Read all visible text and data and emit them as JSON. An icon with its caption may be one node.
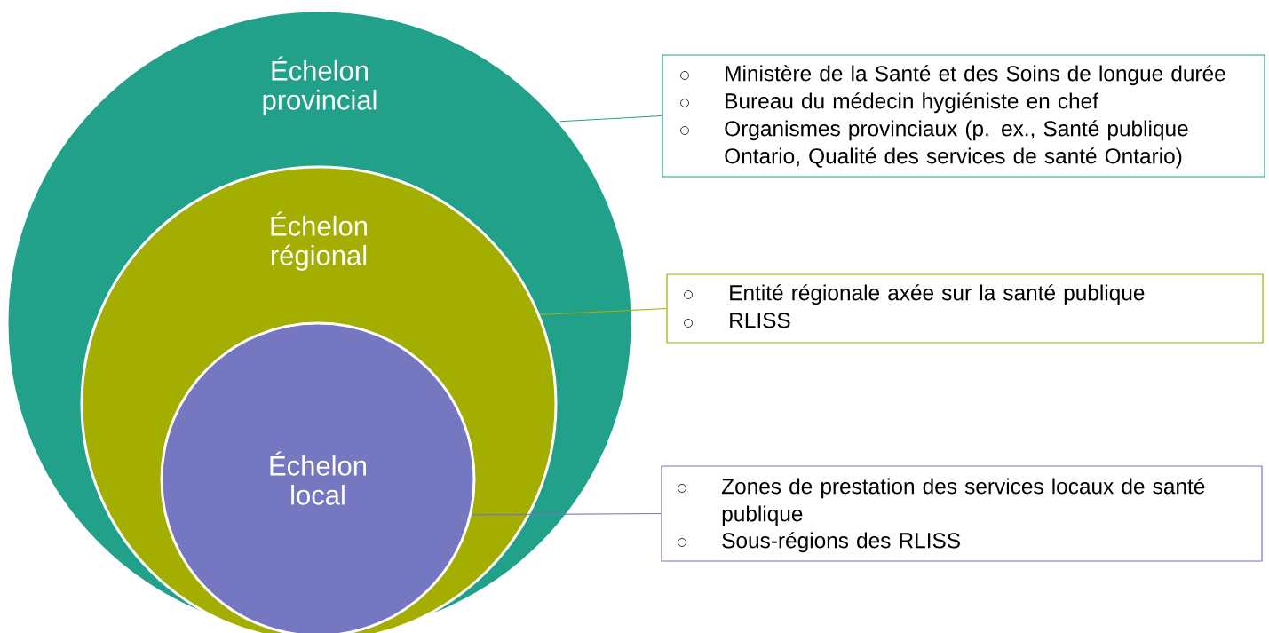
{
  "diagram": {
    "nodes": [
      {
        "text": [
          "Échelon provincial"
        ]
      },
      {
        "text": [
          "Échelon régional"
        ],
        "in": 0
      },
      {
        "text": [
          "Échelon local"
        ],
        "in": 1
      },
      {
        "text": [
          "Ministère de la Santé et des Soins de longue durée",
          "Bureau du médecin hygiéniste en chef",
          "Organismes provinciaux (p. ex., Santé publique Ontario, Qualité des services de santé Ontario)"
        ]
      },
      {
        "text": [
          "Entité régionale axée sur la santé publique",
          "RLISS"
        ]
      },
      {
        "text": [
          "Zones de prestation des services locaux de santé publique",
          "Sous-régions des RLISS"
        ]
      }
    ],
    "edges": [
      {
        "from": 0,
        "to": 3,
        "arrow": "none",
        "color": "#21a08a"
      },
      {
        "from": 1,
        "to": 4,
        "arrow": "none",
        "color": "#a3ae00"
      },
      {
        "from": 2,
        "to": 5,
        "arrow": "none",
        "color": "#7577c0"
      }
    ]
  }
}
